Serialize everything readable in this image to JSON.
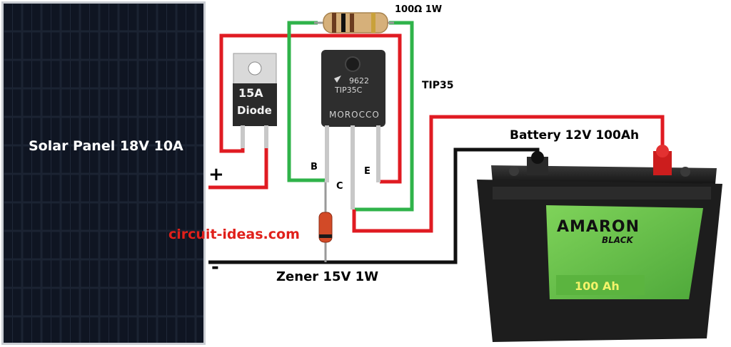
{
  "diagram": {
    "solar_panel_label": "Solar Panel 18V 10A",
    "positive_terminal": "+",
    "negative_terminal": "-",
    "diode_text_line1": "15A",
    "diode_text_line2": "Diode",
    "resistor_label": "100Ω 1W",
    "transistor_label": "TIP35",
    "transistor_marking_line1": "9622",
    "transistor_marking_line2": "TIP35C",
    "transistor_marking_line3": "MOROCCO",
    "pin_base": "B",
    "pin_collector": "C",
    "pin_emitter": "E",
    "battery_label": "Battery 12V 100Ah",
    "battery_brand": "AMARON",
    "battery_series": "BLACK",
    "battery_capacity": "100 Ah",
    "zener_label": "Zener 15V 1W",
    "website": "circuit-ideas.com"
  },
  "colors": {
    "positive_wire": "#e01b22",
    "negative_wire": "#111111",
    "base_wire": "#2fb34a",
    "battery_green": "#6cc24a",
    "website_text": "#e0201a"
  },
  "icons": [
    "solar-panel-icon",
    "diode-icon",
    "resistor-icon",
    "transistor-icon",
    "zener-diode-icon",
    "battery-icon"
  ]
}
